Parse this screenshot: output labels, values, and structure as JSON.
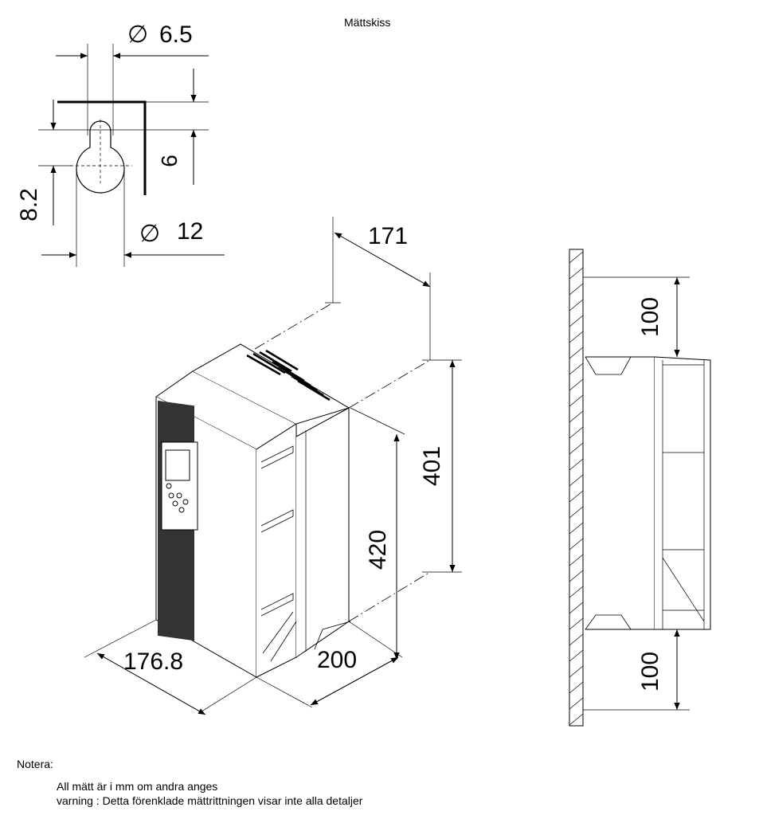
{
  "title": "Mättskiss",
  "keyhole_detail": {
    "hole_diameter": "6.5",
    "offset": "6",
    "height": "8.2",
    "head_diameter": "12",
    "diameter_symbol": "∅"
  },
  "isometric_view": {
    "depth_top": "171",
    "height_inner": "401",
    "height_total": "420",
    "width": "176.8",
    "depth": "200"
  },
  "side_view": {
    "clearance_top": "100",
    "clearance_bottom": "100"
  },
  "notes": {
    "header": "Notera:",
    "line1": "All mätt är i mm om andra anges",
    "line2": "varning : Detta förenklade mättrittningen visar inte alla detaljer"
  }
}
